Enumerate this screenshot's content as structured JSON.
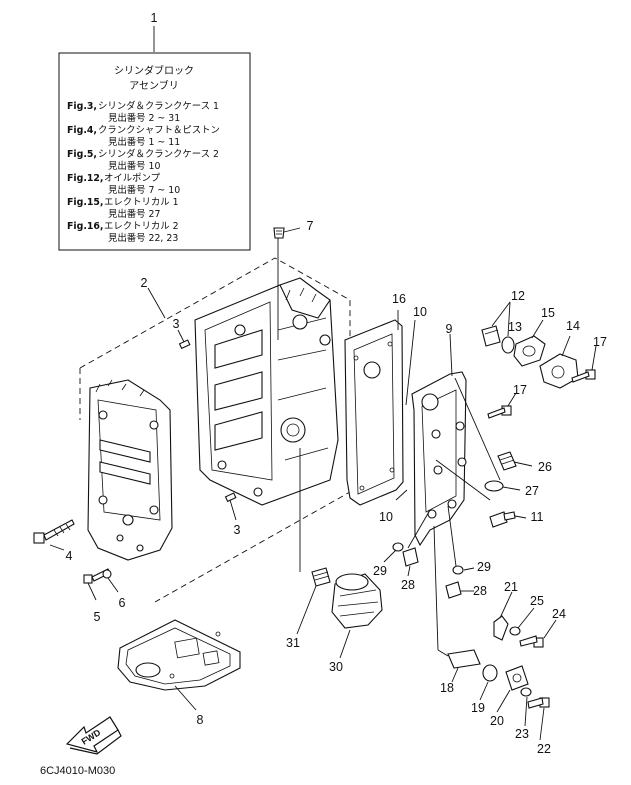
{
  "ref_box": {
    "callout": "1",
    "title_line1": "シリンダブロック",
    "title_line2": "アセンブリ",
    "entries": [
      {
        "fig": "Fig.3,",
        "name": "シリンダ＆クランクケース 1",
        "ref": "見出番号 2 ~ 31"
      },
      {
        "fig": "Fig.4,",
        "name": "クランクシャフト＆ピストン",
        "ref": "見出番号 1 ~ 11"
      },
      {
        "fig": "Fig.5,",
        "name": "シリンダ＆クランクケース 2",
        "ref": "見出番号 10"
      },
      {
        "fig": "Fig.12,",
        "name": "オイルポンプ",
        "ref": "見出番号 7 ~ 10"
      },
      {
        "fig": "Fig.15,",
        "name": "エレクトリカル 1",
        "ref": "見出番号 27"
      },
      {
        "fig": "Fig.16,",
        "name": "エレクトリカル 2",
        "ref": "見出番号 22, 23"
      }
    ]
  },
  "callouts": {
    "c2": "2",
    "c3a": "3",
    "c3b": "3",
    "c4": "4",
    "c5": "5",
    "c6": "6",
    "c7": "7",
    "c8": "8",
    "c9": "9",
    "c10a": "10",
    "c10b": "10",
    "c11": "11",
    "c12": "12",
    "c13": "13",
    "c14": "14",
    "c15": "15",
    "c16": "16",
    "c17a": "17",
    "c17b": "17",
    "c18": "18",
    "c19": "19",
    "c20": "20",
    "c21": "21",
    "c22": "22",
    "c23": "23",
    "c24": "24",
    "c25": "25",
    "c26": "26",
    "c27": "27",
    "c28a": "28",
    "c28b": "28",
    "c29a": "29",
    "c29b": "29",
    "c30": "30",
    "c31": "31"
  },
  "fwd_label": "FWD",
  "diagram_code": "6CJ4010-M030"
}
